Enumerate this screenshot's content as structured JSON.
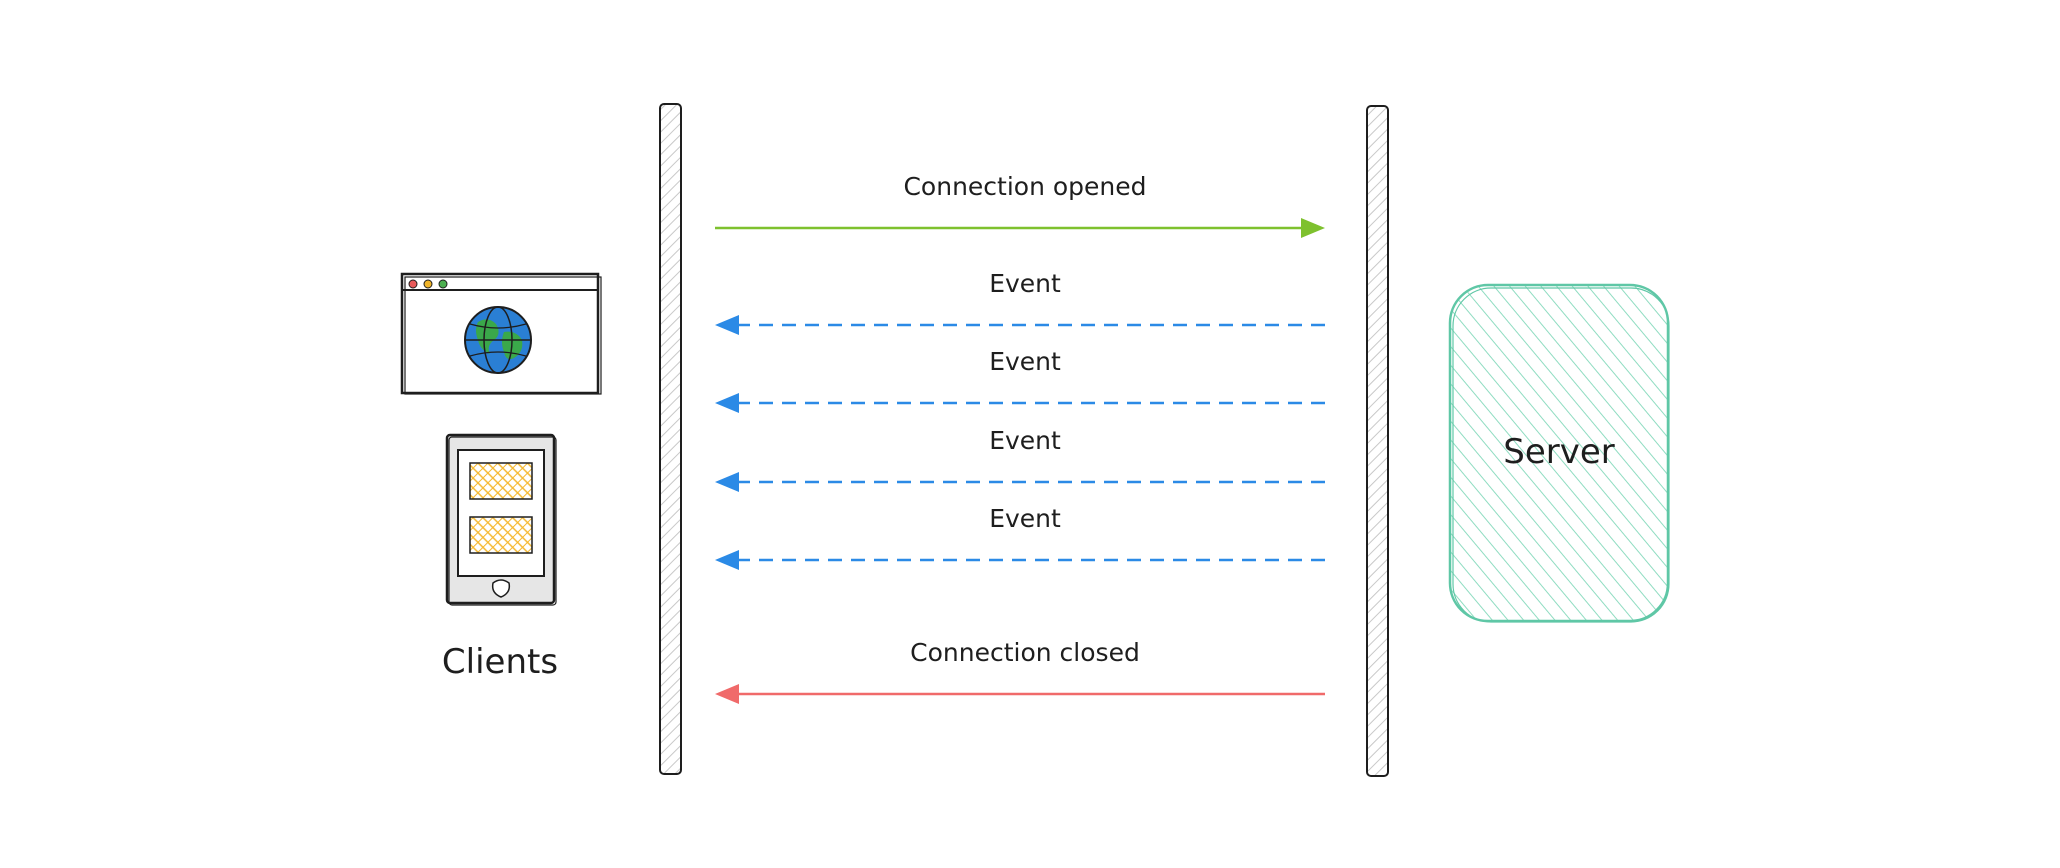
{
  "diagram": {
    "clients_label": "Clients",
    "server_label": "Server",
    "messages": [
      {
        "label": "Connection opened",
        "direction": "to-server",
        "style": "solid",
        "color": "#7ec12e"
      },
      {
        "label": "Event",
        "direction": "to-client",
        "style": "dashed",
        "color": "#2b8ae6"
      },
      {
        "label": "Event",
        "direction": "to-client",
        "style": "dashed",
        "color": "#2b8ae6"
      },
      {
        "label": "Event",
        "direction": "to-client",
        "style": "dashed",
        "color": "#2b8ae6"
      },
      {
        "label": "Event",
        "direction": "to-client",
        "style": "dashed",
        "color": "#2b8ae6"
      },
      {
        "label": "Connection closed",
        "direction": "to-client",
        "style": "solid",
        "color": "#f06a6a"
      }
    ],
    "colors": {
      "server_stroke": "#5fc7a6",
      "server_hatch": "#8fdcc1",
      "tablet_card": "#f5b82e",
      "globe_blue": "#2a7fd4",
      "globe_green": "#3aa84a",
      "dot_red": "#e85a5a",
      "dot_yellow": "#f0b429",
      "dot_green": "#4caf50"
    }
  }
}
